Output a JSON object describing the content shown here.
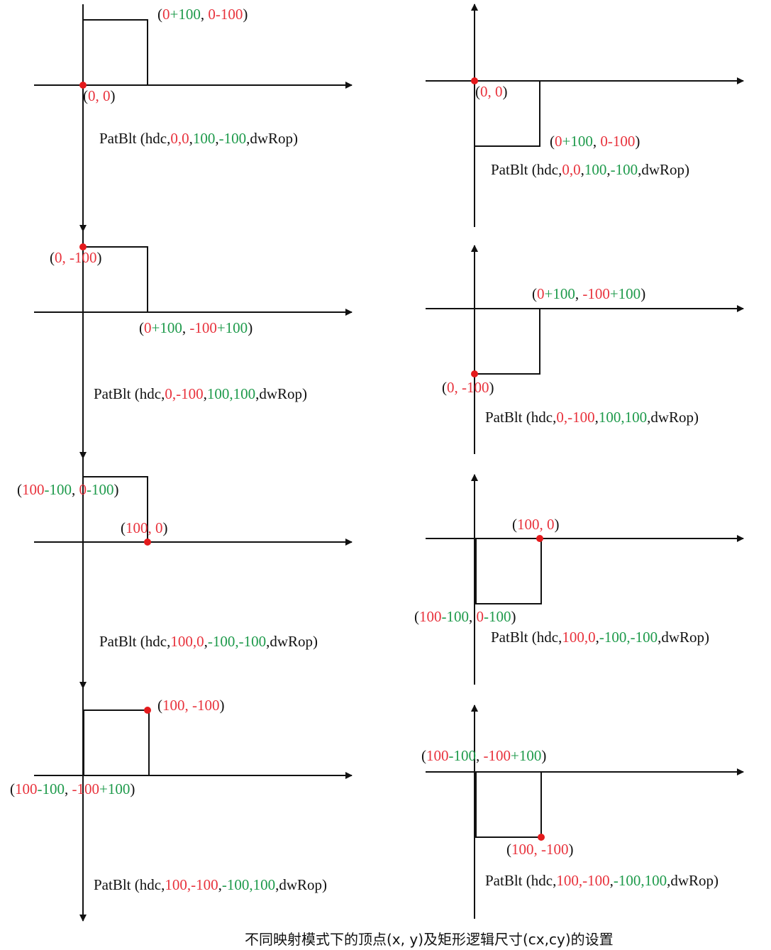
{
  "colors": {
    "red": "#e8323c",
    "green": "#1e9a4b",
    "black": "#111111",
    "dot": "#e41a1c"
  },
  "caption": "不同映射模式下的顶点(x, y)及矩形逻辑尺寸(cx,cy)的设置",
  "panels": [
    {
      "labels": [
        [
          [
            "(",
            "black"
          ],
          [
            "0",
            "red"
          ],
          [
            "+100",
            "green"
          ],
          [
            ",  ",
            "black"
          ],
          [
            "0-100",
            "red"
          ],
          [
            ")",
            "black"
          ]
        ],
        [
          [
            "(",
            "black"
          ],
          [
            "0, 0",
            "red"
          ],
          [
            ")",
            "black"
          ]
        ]
      ],
      "call": [
        [
          "PatBlt (hdc,",
          "black"
        ],
        [
          "0,0",
          "red"
        ],
        [
          ",",
          "black"
        ],
        [
          "100",
          "green"
        ],
        [
          ",",
          "black"
        ],
        [
          "-100",
          "green"
        ],
        [
          ",dwRop)",
          "black"
        ]
      ]
    },
    {
      "labels": [
        [
          [
            "(",
            "black"
          ],
          [
            "0, 0",
            "red"
          ],
          [
            ")",
            "black"
          ]
        ],
        [
          [
            "(",
            "black"
          ],
          [
            "0",
            "red"
          ],
          [
            "+100",
            "green"
          ],
          [
            ",  ",
            "black"
          ],
          [
            "0-100",
            "red"
          ],
          [
            ")",
            "black"
          ]
        ]
      ],
      "call": [
        [
          "PatBlt (hdc,",
          "black"
        ],
        [
          "0,0",
          "red"
        ],
        [
          ",",
          "black"
        ],
        [
          "100",
          "green"
        ],
        [
          ",",
          "black"
        ],
        [
          "-100",
          "green"
        ],
        [
          ",dwRop)",
          "black"
        ]
      ]
    },
    {
      "labels": [
        [
          [
            "(",
            "black"
          ],
          [
            "0, -100",
            "red"
          ],
          [
            ")",
            "black"
          ]
        ],
        [
          [
            "(",
            "black"
          ],
          [
            "0",
            "red"
          ],
          [
            "+100",
            "green"
          ],
          [
            ",  ",
            "black"
          ],
          [
            "-100",
            "red"
          ],
          [
            "+100",
            "green"
          ],
          [
            ")",
            "black"
          ]
        ]
      ],
      "call": [
        [
          "PatBlt (hdc,",
          "black"
        ],
        [
          "0,-100",
          "red"
        ],
        [
          ",",
          "black"
        ],
        [
          "100,100",
          "green"
        ],
        [
          ",dwRop)",
          "black"
        ]
      ]
    },
    {
      "labels": [
        [
          [
            "(",
            "black"
          ],
          [
            "0",
            "red"
          ],
          [
            "+100",
            "green"
          ],
          [
            ",  ",
            "black"
          ],
          [
            "-100",
            "red"
          ],
          [
            "+100",
            "green"
          ],
          [
            ")",
            "black"
          ]
        ],
        [
          [
            "(",
            "black"
          ],
          [
            "0, -100",
            "red"
          ],
          [
            ")",
            "black"
          ]
        ]
      ],
      "call": [
        [
          "PatBlt (hdc,",
          "black"
        ],
        [
          "0,-100",
          "red"
        ],
        [
          ",",
          "black"
        ],
        [
          "100,100",
          "green"
        ],
        [
          ",dwRop)",
          "black"
        ]
      ]
    },
    {
      "labels": [
        [
          [
            "(",
            "black"
          ],
          [
            "100",
            "red"
          ],
          [
            "-100",
            "green"
          ],
          [
            ",  ",
            "black"
          ],
          [
            "0",
            "red"
          ],
          [
            "-100",
            "green"
          ],
          [
            ")",
            "black"
          ]
        ],
        [
          [
            "(",
            "black"
          ],
          [
            "100, 0",
            "red"
          ],
          [
            ")",
            "black"
          ]
        ]
      ],
      "call": [
        [
          "PatBlt (hdc,",
          "black"
        ],
        [
          "100,0",
          "red"
        ],
        [
          ",",
          "black"
        ],
        [
          "-100,-100",
          "green"
        ],
        [
          ",dwRop)",
          "black"
        ]
      ]
    },
    {
      "labels": [
        [
          [
            "(",
            "black"
          ],
          [
            "100, 0",
            "red"
          ],
          [
            ")",
            "black"
          ]
        ],
        [
          [
            "(",
            "black"
          ],
          [
            "100",
            "red"
          ],
          [
            "-100",
            "green"
          ],
          [
            ",  ",
            "black"
          ],
          [
            "0",
            "red"
          ],
          [
            "-100",
            "green"
          ],
          [
            ")",
            "black"
          ]
        ]
      ],
      "call": [
        [
          "PatBlt (hdc,",
          "black"
        ],
        [
          "100,0",
          "red"
        ],
        [
          ",",
          "black"
        ],
        [
          "-100,-100",
          "green"
        ],
        [
          ",dwRop)",
          "black"
        ]
      ]
    },
    {
      "labels": [
        [
          [
            "(",
            "black"
          ],
          [
            "100, -100",
            "red"
          ],
          [
            ")",
            "black"
          ]
        ],
        [
          [
            "(",
            "black"
          ],
          [
            "100",
            "red"
          ],
          [
            "-100",
            "green"
          ],
          [
            ",  ",
            "black"
          ],
          [
            "-100",
            "red"
          ],
          [
            "+100",
            "green"
          ],
          [
            ")",
            "black"
          ]
        ]
      ],
      "call": [
        [
          "PatBlt (hdc,",
          "black"
        ],
        [
          "100,-100",
          "red"
        ],
        [
          ",",
          "black"
        ],
        [
          "-100,100",
          "green"
        ],
        [
          ",dwRop)",
          "black"
        ]
      ]
    },
    {
      "labels": [
        [
          [
            "(",
            "black"
          ],
          [
            "100",
            "red"
          ],
          [
            "-100",
            "green"
          ],
          [
            ",  ",
            "black"
          ],
          [
            "-100",
            "red"
          ],
          [
            "+100",
            "green"
          ],
          [
            ")",
            "black"
          ]
        ],
        [
          [
            "(",
            "black"
          ],
          [
            "100, -100",
            "red"
          ],
          [
            ")",
            "black"
          ]
        ]
      ],
      "call": [
        [
          "PatBlt (hdc,",
          "black"
        ],
        [
          "100,-100",
          "red"
        ],
        [
          ",",
          "black"
        ],
        [
          "-100,100",
          "green"
        ],
        [
          ",dwRop)",
          "black"
        ]
      ]
    }
  ]
}
